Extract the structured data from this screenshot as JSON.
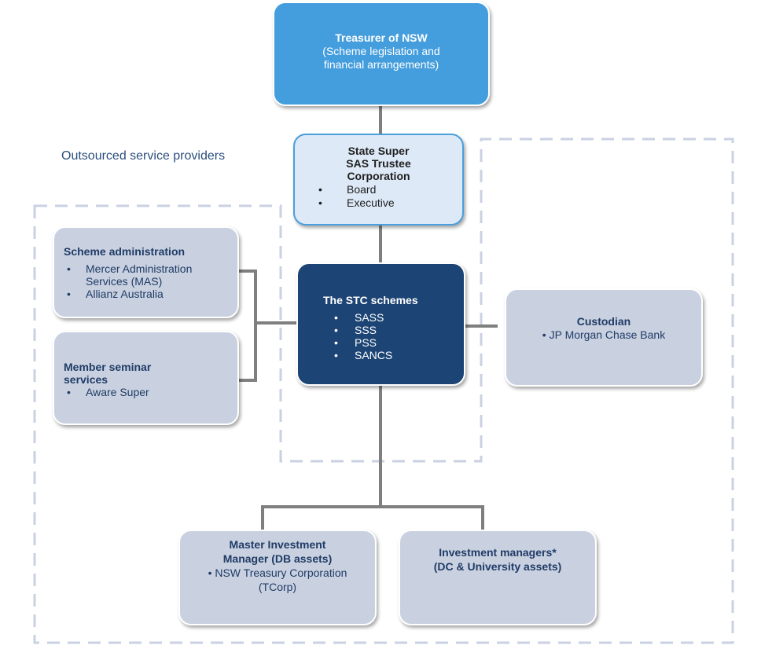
{
  "colors": {
    "treasurer_fill": "#449ddc",
    "trustee_fill": "#dde9f6",
    "trustee_border": "#4a9fdc",
    "stc_fill": "#1c4475",
    "provider_fill": "#c9d1e0",
    "provider_text": "#1f3b66",
    "connector": "#7f7f7f",
    "dashed_border": "#c9d1e2"
  },
  "outsourced_label": "Outsourced service providers",
  "nodes": {
    "treasurer": {
      "title": "Treasurer of NSW",
      "subtitle_line1": "(Scheme legislation and",
      "subtitle_line2": "financial arrangements)"
    },
    "trustee": {
      "title_line1": "State Super",
      "title_line2": "SAS Trustee",
      "title_line3": "Corporation",
      "items": [
        "Board",
        "Executive"
      ]
    },
    "stc_schemes": {
      "title": "The STC schemes",
      "items": [
        "SASS",
        "SSS",
        "PSS",
        "SANCS"
      ]
    },
    "scheme_admin": {
      "title": "Scheme administration",
      "items": [
        {
          "line1": "Mercer Administration",
          "line2": "Services (MAS)"
        },
        {
          "line1": "Allianz Australia"
        }
      ]
    },
    "member_seminar": {
      "title_line1": "Member seminar",
      "title_line2": "services",
      "items": [
        "Aware Super"
      ]
    },
    "custodian": {
      "title": "Custodian",
      "items": [
        "JP Morgan Chase Bank"
      ]
    },
    "master_investment": {
      "title_line1": "Master Investment",
      "title_line2": "Manager (DB assets)",
      "item_line1": "NSW Treasury Corporation",
      "item_line2": "(TCorp)"
    },
    "investment_managers": {
      "title_line1": "Investment managers*",
      "title_line2": "(DC & University assets)"
    }
  },
  "bullet_glyph": "•"
}
